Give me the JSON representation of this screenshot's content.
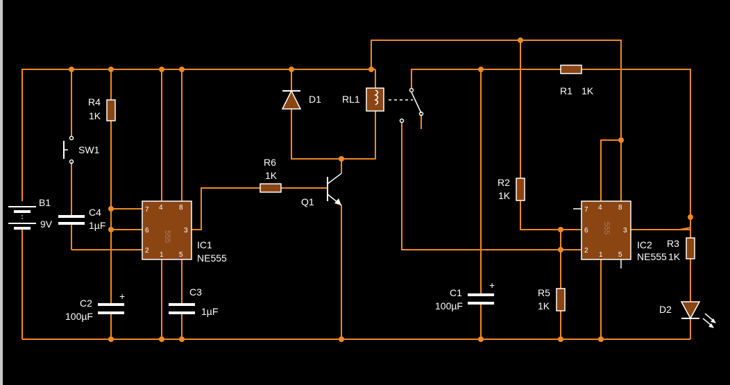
{
  "colors": {
    "background": "#000000",
    "wire": "#f08a28",
    "component": "#8b4513",
    "text": "#ffffff"
  },
  "battery": {
    "ref": "B1",
    "value": "9V"
  },
  "switch": {
    "ref": "SW1"
  },
  "resistors": {
    "r4": {
      "ref": "R4",
      "value": "1K"
    },
    "r6": {
      "ref": "R6",
      "value": "1K"
    },
    "r1": {
      "ref": "R1",
      "value": "1K"
    },
    "r2": {
      "ref": "R2",
      "value": "1K"
    },
    "r5": {
      "ref": "R5",
      "value": "1K"
    },
    "r3": {
      "ref": "R3",
      "value": "1K"
    }
  },
  "capacitors": {
    "c4": {
      "ref": "C4",
      "value": "1µF"
    },
    "c2": {
      "ref": "C2",
      "value": "100µF"
    },
    "c3": {
      "ref": "C3",
      "value": "1µF"
    },
    "c1": {
      "ref": "C1",
      "value": "100µF"
    }
  },
  "diodes": {
    "d1": {
      "ref": "D1"
    },
    "d2": {
      "ref": "D2"
    }
  },
  "relay": {
    "ref": "RL1"
  },
  "transistor": {
    "ref": "Q1"
  },
  "ics": {
    "ic1": {
      "ref": "IC1",
      "part": "NE555",
      "brand": "555",
      "pins": {
        "p7": "7",
        "p6": "6",
        "p2": "2",
        "p4": "4",
        "p8": "8",
        "p3": "3",
        "p1": "1",
        "p5": "5"
      }
    },
    "ic2": {
      "ref": "IC2",
      "part": "NE555",
      "brand": "555",
      "pins": {
        "p7": "7",
        "p6": "6",
        "p2": "2",
        "p4": "4",
        "p8": "8",
        "p3": "3",
        "p1": "1",
        "p5": "5"
      }
    }
  },
  "polarity": {
    "plus": "+"
  }
}
